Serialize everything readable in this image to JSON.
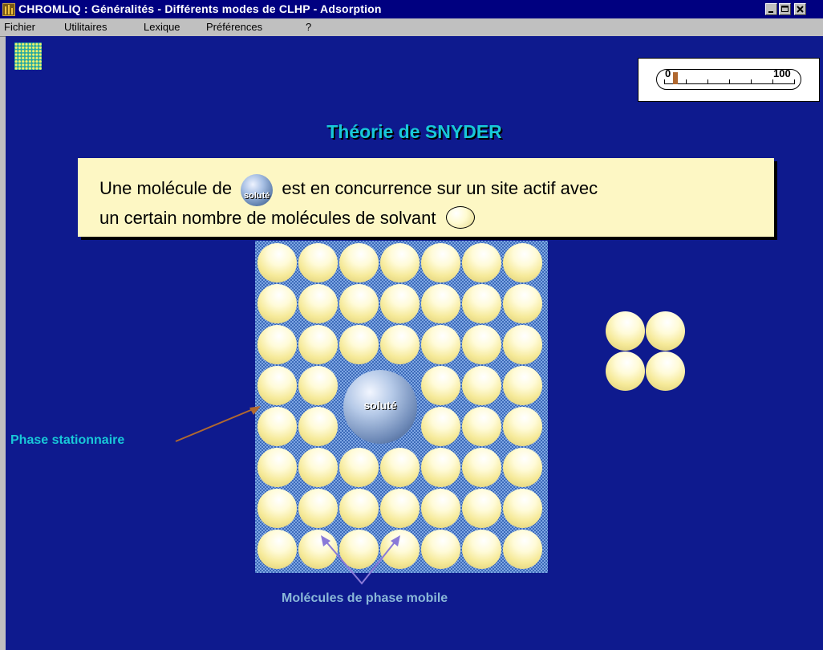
{
  "window": {
    "title": "CHROMLIQ : Généralités - Différents modes de CLHP - Adsorption",
    "buttons": [
      "minimize",
      "maximize",
      "close"
    ]
  },
  "menu": {
    "items": [
      "Fichier",
      "Utilitaires",
      "Lexique",
      "Préférences",
      "?"
    ]
  },
  "gauge": {
    "min_label": "0",
    "max_label": "100",
    "value": 3
  },
  "content": {
    "heading": "Théorie de SNYDER",
    "info": {
      "line1_before": "Une molécule de",
      "solute_icon_label": "soluté",
      "line1_after": "est en concurrence sur un site actif avec",
      "line2": "un certain nombre de molécules de solvant"
    },
    "solute_label": "soluté",
    "phase_stationnaire_label": "Phase stationnaire",
    "phase_mobile_label": "Molécules de phase mobile"
  },
  "colors": {
    "background": "#0e1a8e",
    "heading": "#18c8d8",
    "info_box": "#fdf7c4",
    "molecule": "#f6ea9a",
    "solute": "#6c88b6",
    "grid": "#3c6ab8"
  },
  "icons": {
    "app": "chromliq-app-icon",
    "logo": "dotted-grid-logo"
  }
}
